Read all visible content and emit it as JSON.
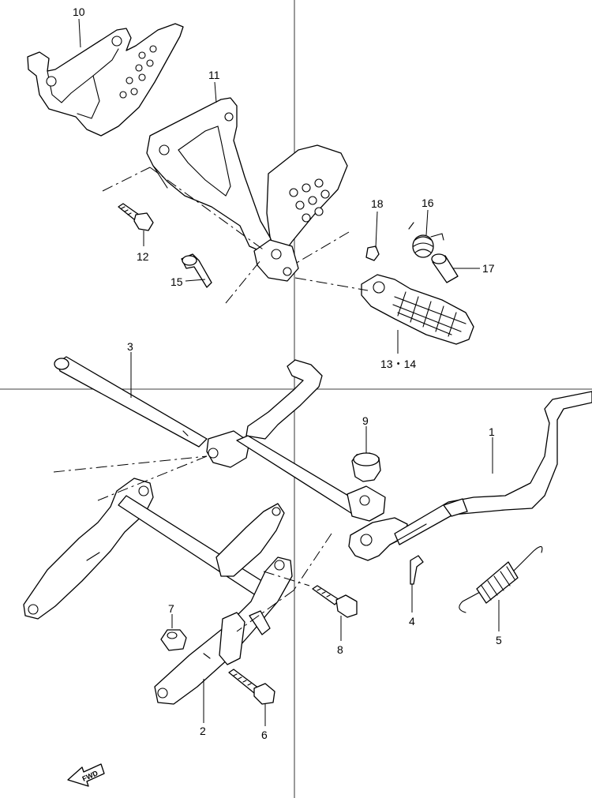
{
  "callouts": [
    {
      "id": "1",
      "label": "1"
    },
    {
      "id": "2",
      "label": "2"
    },
    {
      "id": "3",
      "label": "3"
    },
    {
      "id": "4",
      "label": "4"
    },
    {
      "id": "5",
      "label": "5"
    },
    {
      "id": "6",
      "label": "6"
    },
    {
      "id": "7",
      "label": "7"
    },
    {
      "id": "8",
      "label": "8"
    },
    {
      "id": "9",
      "label": "9"
    },
    {
      "id": "10",
      "label": "10"
    },
    {
      "id": "11",
      "label": "11"
    },
    {
      "id": "12",
      "label": "12"
    },
    {
      "id": "13-14",
      "label": "13・14"
    },
    {
      "id": "15",
      "label": "15"
    },
    {
      "id": "16",
      "label": "16"
    },
    {
      "id": "17",
      "label": "17"
    },
    {
      "id": "18",
      "label": "18"
    }
  ],
  "direction_badge": {
    "label": "FWD",
    "icon": "fwd-arrow-icon"
  }
}
